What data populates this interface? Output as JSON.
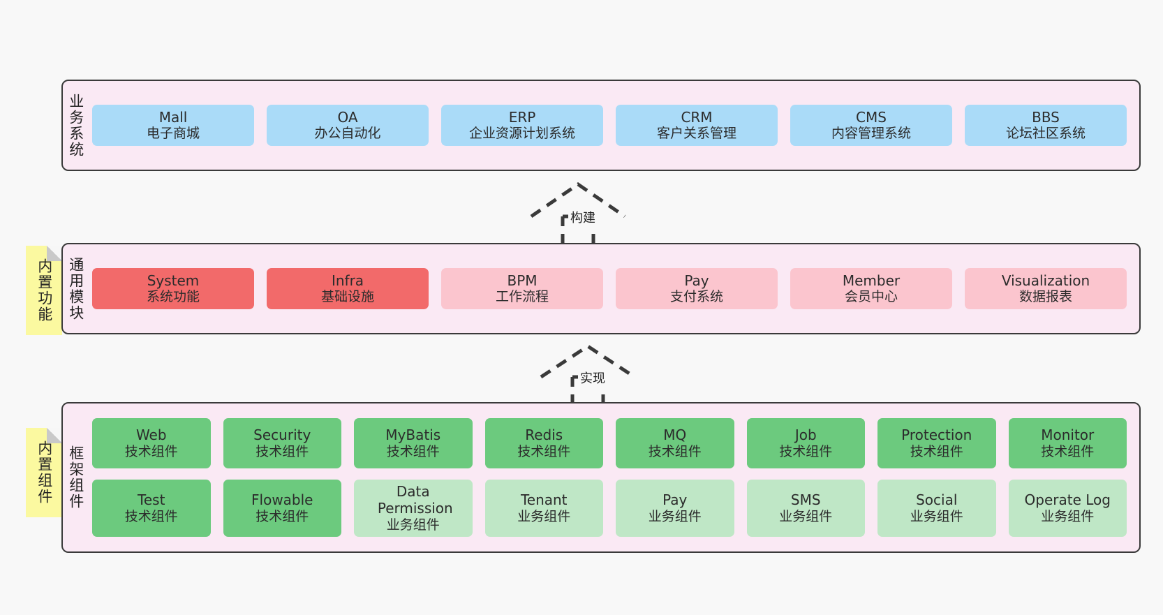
{
  "diagram": {
    "background": "#f8f8f8",
    "colors": {
      "layer_bg": "#fae9f4",
      "layer_border": "#3a3a3a",
      "blue": "#aadbf8",
      "red": "#f26a6a",
      "pink": "#fbc5ce",
      "green": "#6cca7e",
      "light_green": "#bfe7c6",
      "note_yellow": "#fbf9a0"
    }
  },
  "notes": [
    {
      "label": "内置功能"
    },
    {
      "label": "内置组件"
    }
  ],
  "connectors": [
    {
      "label": "构建",
      "style": "dashed-hollow-triangle",
      "direction": "up"
    },
    {
      "label": "实现",
      "style": "dashed-hollow-triangle",
      "direction": "up"
    }
  ],
  "layers": [
    {
      "title": "业务系统",
      "rows": [
        [
          {
            "en": "Mall",
            "cn": "电子商城",
            "color": "blue"
          },
          {
            "en": "OA",
            "cn": "办公自动化",
            "color": "blue"
          },
          {
            "en": "ERP",
            "cn": "企业资源计划系统",
            "color": "blue"
          },
          {
            "en": "CRM",
            "cn": "客户关系管理",
            "color": "blue"
          },
          {
            "en": "CMS",
            "cn": "内容管理系统",
            "color": "blue"
          },
          {
            "en": "BBS",
            "cn": "论坛社区系统",
            "color": "blue"
          }
        ]
      ]
    },
    {
      "title": "通用模块",
      "rows": [
        [
          {
            "en": "System",
            "cn": "系统功能",
            "color": "red"
          },
          {
            "en": "Infra",
            "cn": "基础设施",
            "color": "red"
          },
          {
            "en": "BPM",
            "cn": "工作流程",
            "color": "pink"
          },
          {
            "en": "Pay",
            "cn": "支付系统",
            "color": "pink"
          },
          {
            "en": "Member",
            "cn": "会员中心",
            "color": "pink"
          },
          {
            "en": "Visualization",
            "cn": "数据报表",
            "color": "pink"
          }
        ]
      ]
    },
    {
      "title": "框架组件",
      "rows": [
        [
          {
            "en": "Web",
            "cn": "技术组件",
            "color": "green"
          },
          {
            "en": "Security",
            "cn": "技术组件",
            "color": "green"
          },
          {
            "en": "MyBatis",
            "cn": "技术组件",
            "color": "green"
          },
          {
            "en": "Redis",
            "cn": "技术组件",
            "color": "green"
          },
          {
            "en": "MQ",
            "cn": "技术组件",
            "color": "green"
          },
          {
            "en": "Job",
            "cn": "技术组件",
            "color": "green"
          },
          {
            "en": "Protection",
            "cn": "技术组件",
            "color": "green"
          },
          {
            "en": "Monitor",
            "cn": "技术组件",
            "color": "green"
          }
        ],
        [
          {
            "en": "Test",
            "cn": "技术组件",
            "color": "green"
          },
          {
            "en": "Flowable",
            "cn": "技术组件",
            "color": "green"
          },
          {
            "en": "Data Permission",
            "cn": "业务组件",
            "color": "lightgreen"
          },
          {
            "en": "Tenant",
            "cn": "业务组件",
            "color": "lightgreen"
          },
          {
            "en": "Pay",
            "cn": "业务组件",
            "color": "lightgreen"
          },
          {
            "en": "SMS",
            "cn": "业务组件",
            "color": "lightgreen"
          },
          {
            "en": "Social",
            "cn": "业务组件",
            "color": "lightgreen"
          },
          {
            "en": "Operate Log",
            "cn": "业务组件",
            "color": "lightgreen"
          }
        ]
      ]
    }
  ]
}
